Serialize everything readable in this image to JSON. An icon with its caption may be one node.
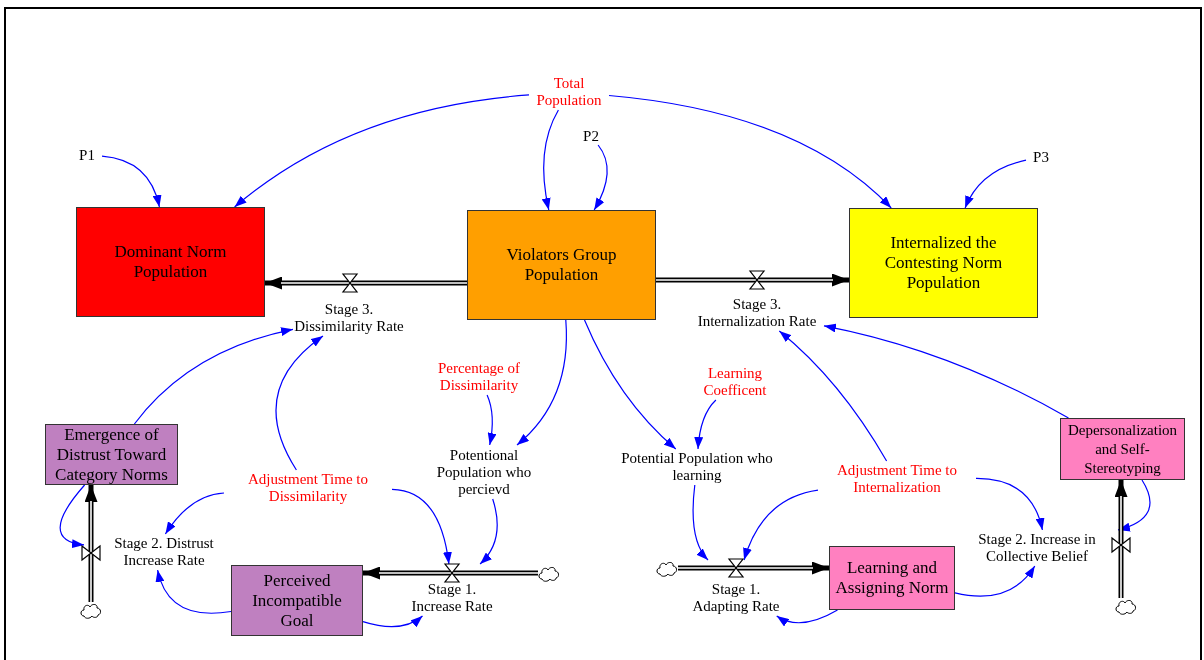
{
  "diagram": {
    "nodes": [
      {
        "text": [
          "Total Population"
        ]
      },
      {
        "text": [
          "P1"
        ]
      },
      {
        "text": [
          "P2"
        ]
      },
      {
        "text": [
          "P3"
        ]
      },
      {
        "text": [
          "Dominant Norm Population"
        ]
      },
      {
        "text": [
          "Violators Group Population"
        ]
      },
      {
        "text": [
          "Internalized the Contesting Norm Population"
        ]
      },
      {
        "text": [
          "Stage 3. Dissimilarity Rate"
        ]
      },
      {
        "text": [
          "Stage 3. Internalization Rate"
        ]
      },
      {
        "text": [
          "Percentage of Dissimilarity"
        ]
      },
      {
        "text": [
          "Learning Coefficent"
        ]
      },
      {
        "text": [
          "Emergence of Distrust Toward Category Norms"
        ]
      },
      {
        "text": [
          "Potentional Population who percievd"
        ]
      },
      {
        "text": [
          "Potential Population who learning"
        ]
      },
      {
        "text": [
          "Adjustment Time to Dissimilarity"
        ]
      },
      {
        "text": [
          "Adjustment Time to Internalization"
        ]
      },
      {
        "text": [
          "Depersonalization and Self-Stereotyping"
        ]
      },
      {
        "text": [
          "Stage 2. Distrust Increase Rate"
        ]
      },
      {
        "text": [
          "Stage 2. Increase in Collective Belief"
        ]
      },
      {
        "text": [
          "Perceived Incompatible Goal"
        ]
      },
      {
        "text": [
          "Stage 1. Increase Rate"
        ]
      },
      {
        "text": [
          "Stage 1. Adapting Rate"
        ]
      },
      {
        "text": [
          "Learning and Assigning Norm"
        ]
      },
      {
        "text": [],
        "shape": "cloud"
      },
      {
        "text": [],
        "shape": "cloud"
      },
      {
        "text": [],
        "shape": "cloud"
      },
      {
        "text": [],
        "shape": "cloud"
      }
    ],
    "edges": [
      {
        "from": 0,
        "to": 4,
        "arrow": "to"
      },
      {
        "from": 0,
        "to": 5,
        "arrow": "to"
      },
      {
        "from": 0,
        "to": 6,
        "arrow": "to"
      },
      {
        "from": 1,
        "to": 4,
        "arrow": "to"
      },
      {
        "from": 2,
        "to": 5,
        "arrow": "to"
      },
      {
        "from": 3,
        "to": 6,
        "arrow": "to"
      },
      {
        "from": 11,
        "to": 7,
        "arrow": "to"
      },
      {
        "from": 14,
        "to": 7,
        "arrow": "to"
      },
      {
        "from": 14,
        "to": 17,
        "arrow": "to"
      },
      {
        "from": 14,
        "to": 20,
        "arrow": "to"
      },
      {
        "from": 9,
        "to": 12,
        "arrow": "to"
      },
      {
        "from": 5,
        "to": 12,
        "arrow": "to"
      },
      {
        "from": 5,
        "to": 13,
        "arrow": "to"
      },
      {
        "from": 12,
        "to": 20,
        "arrow": "to"
      },
      {
        "from": 11,
        "to": 17,
        "arrow": "to"
      },
      {
        "from": 19,
        "to": 17,
        "arrow": "to"
      },
      {
        "from": 19,
        "to": 20,
        "arrow": "to"
      },
      {
        "from": 10,
        "to": 13,
        "arrow": "to"
      },
      {
        "from": 13,
        "to": 21,
        "arrow": "to"
      },
      {
        "from": 15,
        "to": 21,
        "arrow": "to"
      },
      {
        "from": 15,
        "to": 18,
        "arrow": "to"
      },
      {
        "from": 15,
        "to": 8,
        "arrow": "to"
      },
      {
        "from": 22,
        "to": 21,
        "arrow": "to"
      },
      {
        "from": 22,
        "to": 18,
        "arrow": "to"
      },
      {
        "from": 16,
        "to": 8,
        "arrow": "to"
      },
      {
        "from": 16,
        "to": 18,
        "arrow": "to"
      },
      {
        "from": 5,
        "to": 4,
        "arrow": "to",
        "style": "thick",
        "color": "#000000"
      },
      {
        "from": 5,
        "to": 6,
        "arrow": "to",
        "style": "thick",
        "color": "#000000"
      },
      {
        "from": 23,
        "to": 19,
        "arrow": "to",
        "style": "thick",
        "color": "#000000"
      },
      {
        "from": 25,
        "to": 22,
        "arrow": "to",
        "style": "thick",
        "color": "#000000"
      },
      {
        "from": 24,
        "to": 11,
        "arrow": "to",
        "style": "thick",
        "color": "#000000"
      },
      {
        "from": 26,
        "to": 16,
        "arrow": "to",
        "style": "thick",
        "color": "#000000"
      }
    ]
  }
}
